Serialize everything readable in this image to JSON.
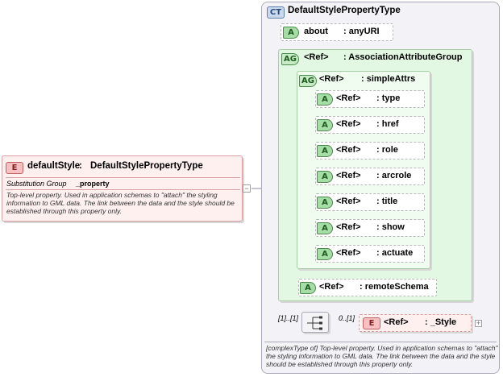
{
  "colors": {
    "complex_type_fill": "#f3f3f7",
    "complex_type_border": "#a8aab8",
    "group_fill": "#e2f8e2",
    "group_border": "#a6cfa6",
    "element_fill": "#fff0f0",
    "element_border": "#d8a0a0",
    "connector": "#8a8aa8"
  },
  "root_element": {
    "badge": "E",
    "name": "defaultStyle",
    "separator": " : ",
    "type": "DefaultStylePropertyType",
    "substitution_label": "Substitution Group",
    "substitution_value": "_property",
    "documentation": "Top-level property. Used in application schemas to \"attach\" the styling information to GML data. The link between the data and the style should be established through this property only."
  },
  "complex_type": {
    "badge": "CT",
    "name": "DefaultStylePropertyType",
    "attribute": {
      "badge": "A",
      "name": "about",
      "type": ": anyURI"
    },
    "association_group": {
      "badge": "AG",
      "name": "<Ref>",
      "type": ": AssociationAttributeGroup",
      "simple_attrs": {
        "badge": "AG",
        "name": "<Ref>",
        "type": ": simpleAttrs",
        "items": [
          {
            "badge": "A",
            "name": "<Ref>",
            "type": ": type"
          },
          {
            "badge": "A",
            "name": "<Ref>",
            "type": ": href"
          },
          {
            "badge": "A",
            "name": "<Ref>",
            "type": ": role"
          },
          {
            "badge": "A",
            "name": "<Ref>",
            "type": ": arcrole"
          },
          {
            "badge": "A",
            "name": "<Ref>",
            "type": ": title"
          },
          {
            "badge": "A",
            "name": "<Ref>",
            "type": ": show"
          },
          {
            "badge": "A",
            "name": "<Ref>",
            "type": ": actuate"
          }
        ]
      },
      "remote_schema": {
        "badge": "A",
        "name": "<Ref>",
        "type": ": remoteSchema"
      }
    },
    "sequence": {
      "occurrence": "[1]..[1]",
      "child_occurrence": "0..[1]",
      "child": {
        "badge": "E",
        "name": "<Ref>",
        "type": ": _Style"
      }
    },
    "documentation": "[complexType of] Top-level property. Used in application schemas to \"attach\" the styling information to GML data. The link between the data and the style should be established through this property only."
  }
}
